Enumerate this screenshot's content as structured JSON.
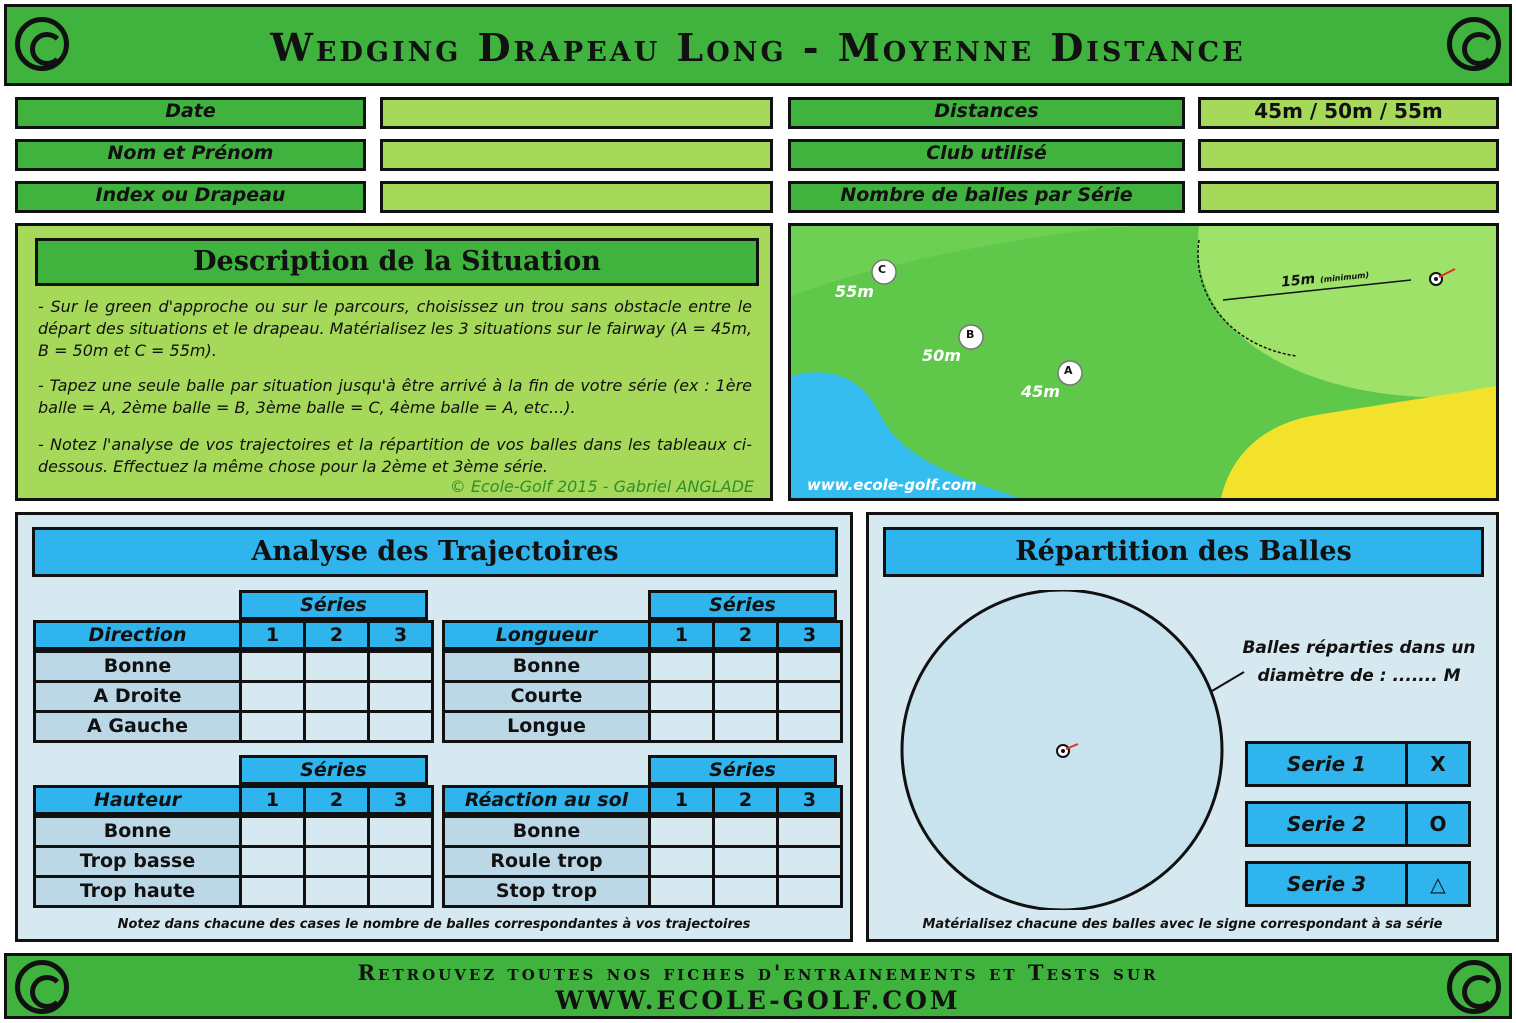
{
  "header": {
    "title": "Wedging Drapeau Long - Moyenne Distance"
  },
  "info": {
    "date_label": "Date",
    "date_value": "",
    "name_label": "Nom et Prénom",
    "name_value": "",
    "index_label": "Index ou Drapeau",
    "index_value": "",
    "distances_label": "Distances",
    "distances_value": "45m / 50m / 55m",
    "club_label": "Club utilisé",
    "club_value": "",
    "balls_label": "Nombre de balles par Série",
    "balls_value": ""
  },
  "description": {
    "title": "Description de la Situation",
    "p1": "- Sur le green d'approche ou sur le parcours, choisissez un trou sans obstacle entre le départ des situations et le drapeau. Matérialisez les 3 situations sur le fairway (A = 45m, B = 50m et C = 55m).",
    "p2": "- Tapez une seule balle par situation jusqu'à être arrivé à la fin de votre série (ex : 1ère balle = A, 2ème balle = B, 3ème balle = C, 4ème balle = A, etc...).",
    "p3": "- Notez l'analyse de vos trajectoires et la répartition de vos balles dans les tableaux ci-dessous. Effectuez la même chose pour la 2ème et 3ème série.",
    "copyright": "© Ecole-Golf 2015 - Gabriel ANGLADE"
  },
  "map": {
    "c_label": "C",
    "c_dist": "55m",
    "b_label": "B",
    "b_dist": "50m",
    "a_label": "A",
    "a_dist": "45m",
    "min_label": "15m",
    "min_note": "(minimum)",
    "website": "www.ecole-golf.com"
  },
  "analyse": {
    "title": "Analyse des Trajectoires",
    "series_label": "Séries",
    "cols": [
      "1",
      "2",
      "3"
    ],
    "direction": {
      "header": "Direction",
      "rows": [
        "Bonne",
        "A Droite",
        "A Gauche"
      ]
    },
    "longueur": {
      "header": "Longueur",
      "rows": [
        "Bonne",
        "Courte",
        "Longue"
      ]
    },
    "hauteur": {
      "header": "Hauteur",
      "rows": [
        "Bonne",
        "Trop basse",
        "Trop haute"
      ]
    },
    "reaction": {
      "header": "Réaction au sol",
      "rows": [
        "Bonne",
        "Roule trop",
        "Stop trop"
      ]
    },
    "note": "Notez dans chacune des cases le nombre de balles correspondantes à vos trajectoires"
  },
  "repartition": {
    "title": "Répartition des Balles",
    "diam_line1": "Balles réparties dans un",
    "diam_line2": "diamètre de : ....... M",
    "series": [
      {
        "label": "Serie 1",
        "symbol": "X"
      },
      {
        "label": "Serie 2",
        "symbol": "O"
      },
      {
        "label": "Serie 3",
        "symbol": "△"
      }
    ],
    "note": "Matérialisez chacune des balles avec le signe correspondant à sa série"
  },
  "footer": {
    "line1": "Retrouvez toutes nos fiches d'entrainements et Tests sur",
    "line2": "WWW.ECOLE-GOLF.COM"
  },
  "colors": {
    "green": "#3fb33d",
    "light_green": "#a6d95a",
    "blue": "#2fb4ee",
    "light_blue": "#d6e8f0",
    "water": "#35bdf0",
    "sand": "#f3e22c"
  }
}
